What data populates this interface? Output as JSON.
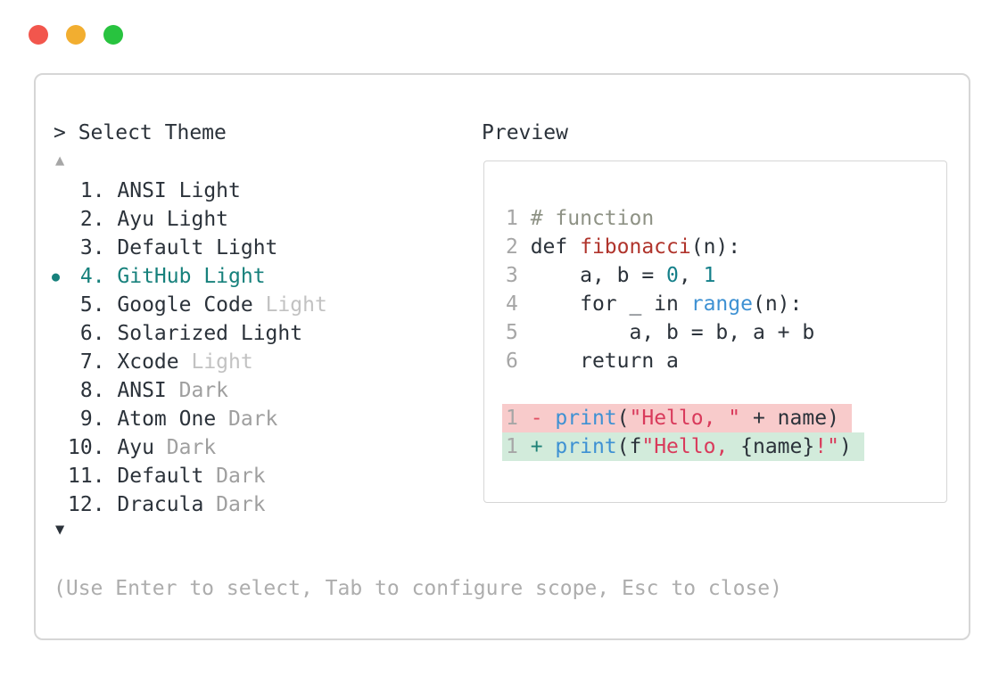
{
  "window": {
    "controls": [
      {
        "name": "close",
        "color_key": "traffic_red"
      },
      {
        "name": "minimize",
        "color_key": "traffic_yellow"
      },
      {
        "name": "zoom",
        "color_key": "traffic_green"
      }
    ]
  },
  "selector": {
    "prompt": "> Select Theme",
    "scroll_up": "▲",
    "scroll_down": "▼",
    "selected_bullet": "●",
    "items": [
      {
        "num": "1.",
        "main": "ANSI Light",
        "suffix": "",
        "selected": false
      },
      {
        "num": "2.",
        "main": "Ayu Light",
        "suffix": "",
        "selected": false
      },
      {
        "num": "3.",
        "main": "Default Light",
        "suffix": "",
        "selected": false
      },
      {
        "num": "4.",
        "main": "GitHub Light",
        "suffix": "",
        "selected": true
      },
      {
        "num": "5.",
        "main": "Google Code",
        "suffix": "Light",
        "selected": false
      },
      {
        "num": "6.",
        "main": "Solarized Light",
        "suffix": "",
        "selected": false
      },
      {
        "num": "7.",
        "main": "Xcode",
        "suffix": "Light",
        "selected": false
      },
      {
        "num": "8.",
        "main": "ANSI",
        "suffix": "Dark",
        "selected": false
      },
      {
        "num": "9.",
        "main": "Atom One",
        "suffix": "Dark",
        "selected": false
      },
      {
        "num": "10.",
        "main": "Ayu",
        "suffix": "Dark",
        "selected": false
      },
      {
        "num": "11.",
        "main": "Default",
        "suffix": "Dark",
        "selected": false
      },
      {
        "num": "12.",
        "main": "Dracula",
        "suffix": "Dark",
        "selected": false
      }
    ],
    "help": "(Use Enter to select, Tab to configure scope, Esc to close)"
  },
  "preview": {
    "title": "Preview",
    "code_lines": [
      {
        "no": "1",
        "tokens": [
          [
            "# function",
            "comment"
          ]
        ]
      },
      {
        "no": "2",
        "tokens": [
          [
            "def ",
            "plain"
          ],
          [
            "fibonacci",
            "func"
          ],
          [
            "(n):",
            "plain"
          ]
        ]
      },
      {
        "no": "3",
        "tokens": [
          [
            "    a, b = ",
            "plain"
          ],
          [
            "0",
            "teal"
          ],
          [
            ", ",
            "plain"
          ],
          [
            "1",
            "teal"
          ]
        ]
      },
      {
        "no": "4",
        "tokens": [
          [
            "    for _ in ",
            "plain"
          ],
          [
            "range",
            "blue"
          ],
          [
            "(n):",
            "plain"
          ]
        ]
      },
      {
        "no": "5",
        "tokens": [
          [
            "        a, b = b, a + b",
            "plain"
          ]
        ]
      },
      {
        "no": "6",
        "tokens": [
          [
            "    return a",
            "plain"
          ]
        ]
      }
    ],
    "diff_lines": [
      {
        "no": "1",
        "kind": "removed",
        "tokens": [
          [
            "- ",
            "minus"
          ],
          [
            "print",
            "blue"
          ],
          [
            "(",
            "plain"
          ],
          [
            "\"Hello, \"",
            "string"
          ],
          [
            " + name)",
            "plain"
          ]
        ]
      },
      {
        "no": "1",
        "kind": "added",
        "tokens": [
          [
            "+ ",
            "plus"
          ],
          [
            "print",
            "blue"
          ],
          [
            "(f",
            "plain"
          ],
          [
            "\"Hello, ",
            "string"
          ],
          [
            "{name}",
            "plain"
          ],
          [
            "!\"",
            "string"
          ],
          [
            ")",
            "plain"
          ]
        ]
      }
    ]
  },
  "colors": {
    "accent_teal": "#17817c",
    "text_dark": "#2b323a",
    "text_gray": "#a6a6a6",
    "suffix_light": "#c2c2c2",
    "suffix_dark": "#9f9f9f",
    "help_gray": "#adadad",
    "comment": "#8e9285",
    "func_red": "#b0342c",
    "string_red": "#d93a5b",
    "blue": "#3e91d3",
    "number_teal": "#15808a",
    "minus_red": "#e14f63",
    "plus_teal": "#1f8177",
    "diff_removed_bg": "#f8cbcb",
    "diff_added_bg": "#d2ebdb",
    "border": "#d6d6d6",
    "traffic_red": "#f2564d",
    "traffic_yellow": "#f2ae30",
    "traffic_green": "#28c33f"
  }
}
